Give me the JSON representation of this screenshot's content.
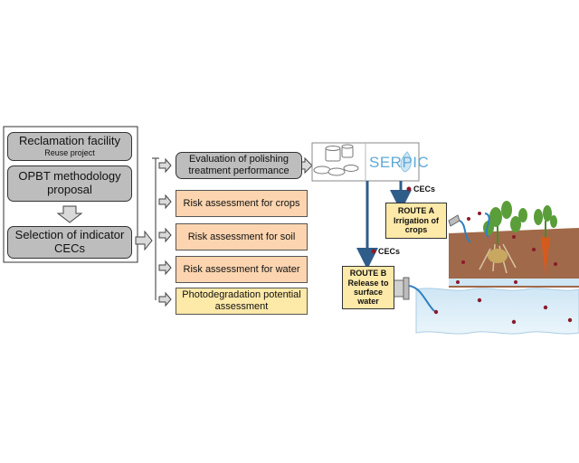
{
  "left_panel": {
    "reclamation_title": "Reclamation facility",
    "reclamation_subtitle": "Reuse project",
    "opbt": "OPBT methodology proposal",
    "selection": "Selection of indicator CECs"
  },
  "branches": [
    {
      "label": "Evaluation of polishing treatment performance",
      "style": "grey"
    },
    {
      "label": "Risk assessment for crops",
      "style": "peach"
    },
    {
      "label": "Risk assessment for soil",
      "style": "peach"
    },
    {
      "label": "Risk assessment for water",
      "style": "peach"
    },
    {
      "label": "Photodegradation potential assessment",
      "style": "yellow"
    }
  ],
  "serpic": {
    "logo_text": "SERPIC"
  },
  "route_a": {
    "title": "ROUTE A",
    "desc": "Irrigation of crops",
    "cecs": "CECs"
  },
  "route_b": {
    "title": "ROUTE B",
    "desc": "Release to surface water",
    "cecs": "CECs"
  },
  "colors": {
    "grey_box": "#bdbdbd",
    "peach_box": "#fcd5b0",
    "yellow_box": "#fde9a8",
    "arrow_blue": "#2f5d8a",
    "cec_dot": "#8b1a2b",
    "water": "#d7ebf7",
    "soil": "#a0694a",
    "serpic_blue": "#5fa9d6"
  }
}
